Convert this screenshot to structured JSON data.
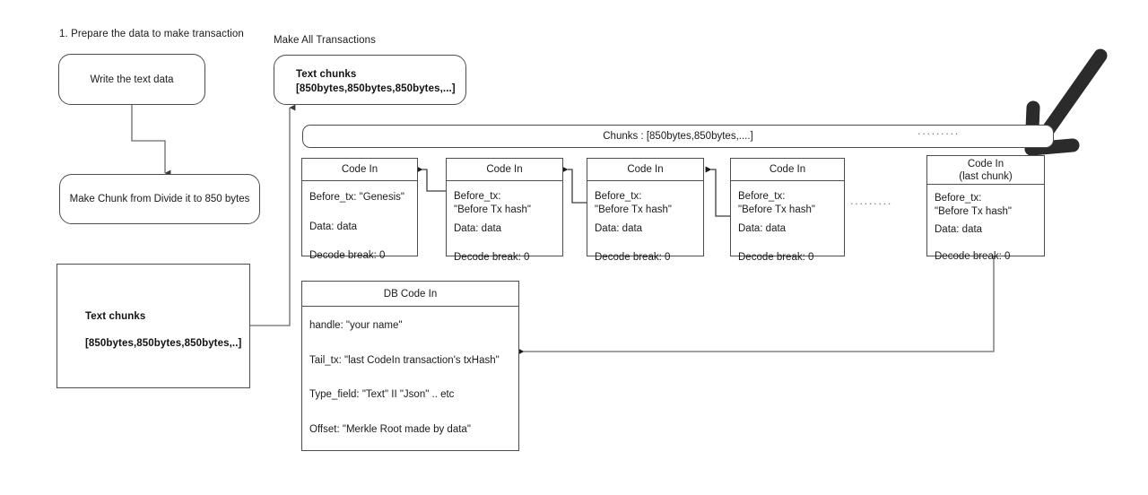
{
  "diagram": {
    "section_left_title": "1. Prepare the data to make transaction",
    "section_right_title": "Make All Transactions",
    "ink_color": "#4d4d4d",
    "arrow_overlay_color": "#2b2b2b",
    "left_flow": {
      "step1_label": "Write the text data",
      "step2_label": "Make Chunk from Divide it to 850 bytes",
      "output_title": "Text chunks",
      "output_value": "[850bytes,850bytes,850bytes,..]"
    },
    "right_flow": {
      "text_chunks_title": "Text chunks",
      "text_chunks_value": "[850bytes,850bytes,850bytes,...]",
      "chunks_bar_label": "Chunks : [850bytes,850bytes,....]",
      "chunks_bar_ellipsis": "........."
    },
    "chain_ellipsis": ".........",
    "code_in_cards": [
      {
        "header": "Code In",
        "subheader": "",
        "rows": [
          "Before_tx: \"Genesis\"",
          "Data: data",
          "Decode break: 0"
        ]
      },
      {
        "header": "Code In",
        "subheader": "",
        "rows": [
          "Before_tx:\n\"Before Tx hash\"",
          "Data: data",
          "Decode break: 0"
        ]
      },
      {
        "header": "Code In",
        "subheader": "",
        "rows": [
          "Before_tx:\n\"Before Tx hash\"",
          "Data: data",
          "Decode break: 0"
        ]
      },
      {
        "header": "Code In",
        "subheader": "",
        "rows": [
          "Before_tx:\n\"Before Tx hash\"",
          "Data: data",
          "Decode break: 0"
        ]
      },
      {
        "header": "Code In",
        "subheader": "(last chunk)",
        "rows": [
          "Before_tx:\n\"Before Tx hash\"",
          "Data: data",
          "Decode break: 0"
        ]
      }
    ],
    "db_card": {
      "header": "DB Code In",
      "rows": [
        "handle: \"your name\"",
        "Tail_tx: \"last CodeIn transaction's txHash\"",
        "Type_field: \"Text\" II \"Json\" .. etc",
        "Offset: \"Merkle Root made by data\""
      ]
    }
  }
}
